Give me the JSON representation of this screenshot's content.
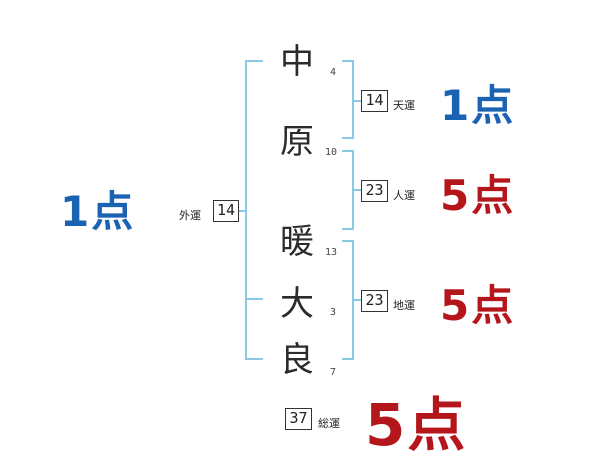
{
  "name_chars": [
    {
      "char": "中",
      "strokes": "4"
    },
    {
      "char": "原",
      "strokes": "10"
    },
    {
      "char": "暖",
      "strokes": "13"
    },
    {
      "char": "大",
      "strokes": "3"
    },
    {
      "char": "良",
      "strokes": "7"
    }
  ],
  "fortunes": {
    "gaiun": {
      "label": "外運",
      "value": "14",
      "score": "1点"
    },
    "tenun": {
      "label": "天運",
      "value": "14",
      "score": "1点"
    },
    "jinun": {
      "label": "人運",
      "value": "23",
      "score": "5点"
    },
    "chiun": {
      "label": "地運",
      "value": "23",
      "score": "5点"
    },
    "souun": {
      "label": "総運",
      "value": "37",
      "score": "5点"
    }
  },
  "colors": {
    "bracket": "#8cc8e6",
    "low_score": "#1a63b3",
    "high_score": "#b5161c"
  }
}
